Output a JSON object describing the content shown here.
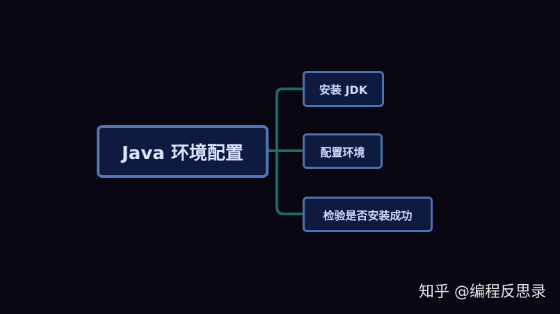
{
  "diagram": {
    "root": {
      "label": "Java 环境配置"
    },
    "children": [
      {
        "label": "安装 JDK"
      },
      {
        "label": "配置环境"
      },
      {
        "label": "检验是否安装成功"
      }
    ]
  },
  "watermark": {
    "text": "知乎 @编程反思录"
  },
  "colors": {
    "background": "#0a0612",
    "node_fill": "#0e1a3f",
    "node_border": "#5077b6",
    "connector": "#1b6b6b",
    "node_text": "#d6e2ff"
  }
}
